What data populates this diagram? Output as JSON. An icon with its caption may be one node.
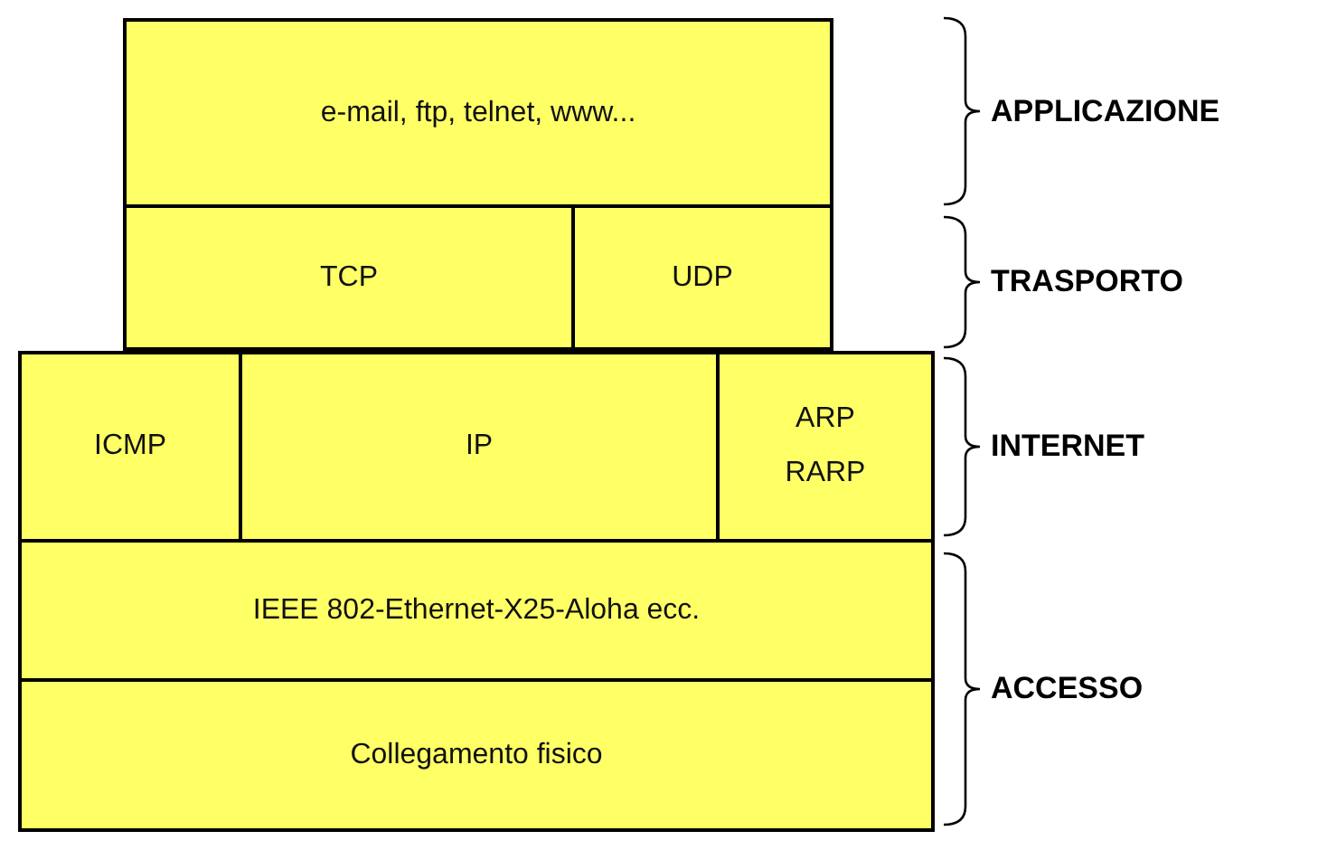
{
  "diagram": {
    "nodes": [
      {
        "text": [
          "e-mail, ftp, telnet, www..."
        ]
      },
      {
        "text": [
          "TCP"
        ]
      },
      {
        "text": [
          "UDP"
        ]
      },
      {
        "text": [
          "ICMP"
        ]
      },
      {
        "text": [
          "IP"
        ]
      },
      {
        "text": [
          "ARP",
          "RARP"
        ]
      },
      {
        "text": [
          "IEEE 802-Ethernet-X25-Aloha ecc."
        ]
      },
      {
        "text": [
          "Collegamento fisico"
        ]
      }
    ],
    "labels": [
      "APPLICAZIONE",
      "TRASPORTO",
      "INTERNET",
      "ACCESSO"
    ]
  }
}
